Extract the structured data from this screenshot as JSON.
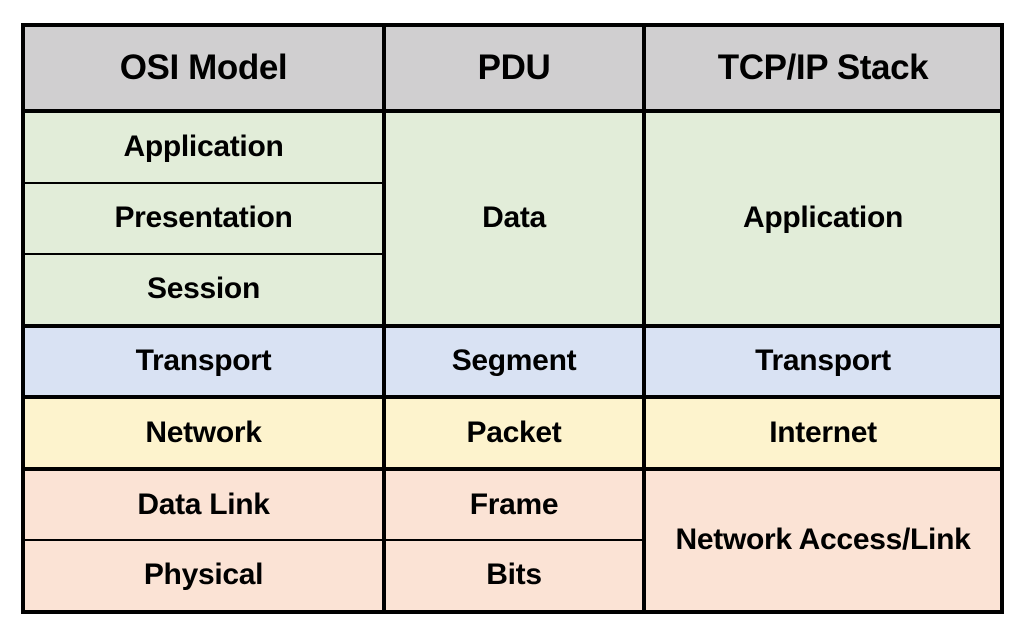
{
  "table": {
    "headers": [
      {
        "label": "OSI Model",
        "name": "header-osi-model"
      },
      {
        "label": "PDU",
        "name": "header-pdu"
      },
      {
        "label": "TCP/IP Stack",
        "name": "header-tcpip-stack"
      }
    ],
    "osi_layers": [
      {
        "label": "Application",
        "band": "green"
      },
      {
        "label": "Presentation",
        "band": "green"
      },
      {
        "label": "Session",
        "band": "green"
      },
      {
        "label": "Transport",
        "band": "blue"
      },
      {
        "label": "Network",
        "band": "yellow"
      },
      {
        "label": "Data Link",
        "band": "peach"
      },
      {
        "label": "Physical",
        "band": "peach"
      }
    ],
    "pdu_units": [
      {
        "label": "Data",
        "band": "green",
        "rowspan": 3
      },
      {
        "label": "Segment",
        "band": "blue",
        "rowspan": 1
      },
      {
        "label": "Packet",
        "band": "yellow",
        "rowspan": 1
      },
      {
        "label": "Frame",
        "band": "peach",
        "rowspan": 1
      },
      {
        "label": "Bits",
        "band": "peach",
        "rowspan": 1
      }
    ],
    "tcpip_layers": [
      {
        "label": "Application",
        "band": "green",
        "rowspan": 3
      },
      {
        "label": "Transport",
        "band": "blue",
        "rowspan": 1
      },
      {
        "label": "Internet",
        "band": "yellow",
        "rowspan": 1
      },
      {
        "label": "Network Access/Link",
        "band": "peach",
        "rowspan": 2
      }
    ]
  },
  "colors": {
    "header_gray": "#d0cfd0",
    "band_green": "#e2edd9",
    "band_blue": "#d9e2f3",
    "band_yellow": "#fdf3cd",
    "band_peach": "#fbe3d5",
    "border": "#000000",
    "page_background": "#ffffff",
    "text": "#000000"
  }
}
